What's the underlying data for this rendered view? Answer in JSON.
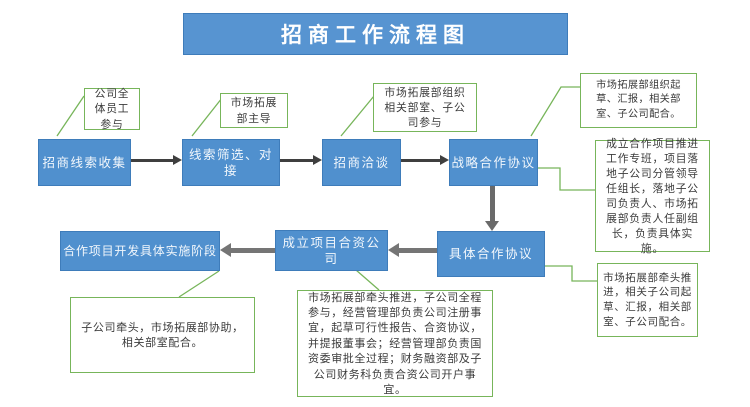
{
  "title": "招商工作流程图",
  "flow": {
    "nodes": [
      {
        "label": "招商线索收集"
      },
      {
        "label": "线索筛选、对接"
      },
      {
        "label": "招商洽谈"
      },
      {
        "label": "战略合作协议"
      },
      {
        "label": "具体合作协议"
      },
      {
        "label": "成立项目合资公司"
      },
      {
        "label": "合作项目开发具体实施阶段"
      }
    ],
    "annotations": [
      {
        "text": "公司全体员工参与"
      },
      {
        "text": "市场拓展部主导"
      },
      {
        "text": "市场拓展部组织相关部室、子公司参与"
      },
      {
        "text": "市场拓展部组织起草、汇报，相关部室、子公司配合。"
      },
      {
        "text": "成立合作项目推进工作专班，项目落地子公司分管领导任组长，落地子公司负责人、市场拓展部负责人任副组长，负责具体实施。"
      },
      {
        "text": "市场拓展部牵头推进，相关子公司起草、汇报，相关部室、子公司配合。"
      },
      {
        "text": "子公司牵头，市场拓展部协助，相关部室配合。"
      },
      {
        "text": "市场拓展部牵头推进，子公司全程参与，经营管理部负责公司注册事宜，起草可行性报告、合资协议，并提报董事会；经营管理部负责国资委审批全过程；财务融资部及子公司财务科负责合资公司开户事宜。"
      }
    ]
  },
  "colors": {
    "node_fill": "#5090CE",
    "node_border": "#3E7CBA",
    "title_fill": "#5794D1",
    "annotation_border": "#77B55A",
    "annotation_text": "#3B3B3B",
    "arrow_dark": "#3F3F3F",
    "arrow_gray": "#757575",
    "node_text": "#F2F7FC"
  }
}
